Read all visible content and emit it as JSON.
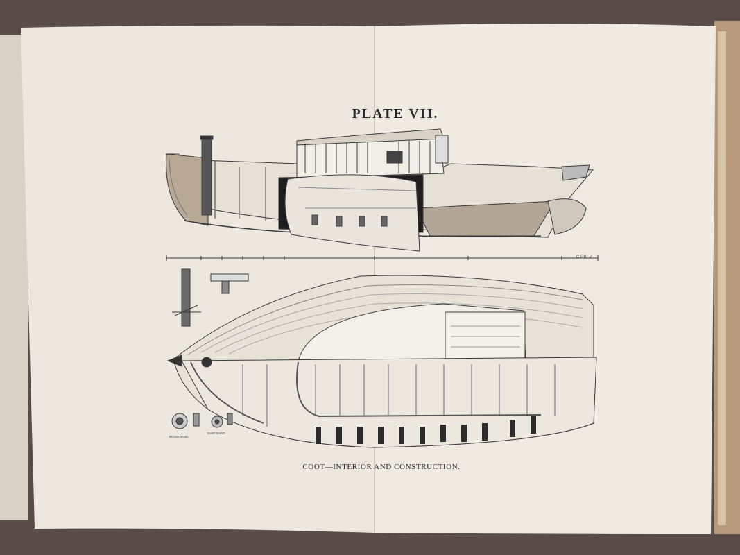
{
  "plate": {
    "title": "PLATE VII.",
    "caption": "COOT—INTERIOR AND CONSTRUCTION."
  },
  "drawing": {
    "scale_mark": "C.P.K. ✓",
    "fitting_labels": [
      "BOOM BAND",
      "GAFF BAND"
    ]
  },
  "colors": {
    "paper": "#efebe2",
    "ink": "#3a3a3a",
    "background": "#5a4c48",
    "page_edge": "#c9b79c"
  }
}
